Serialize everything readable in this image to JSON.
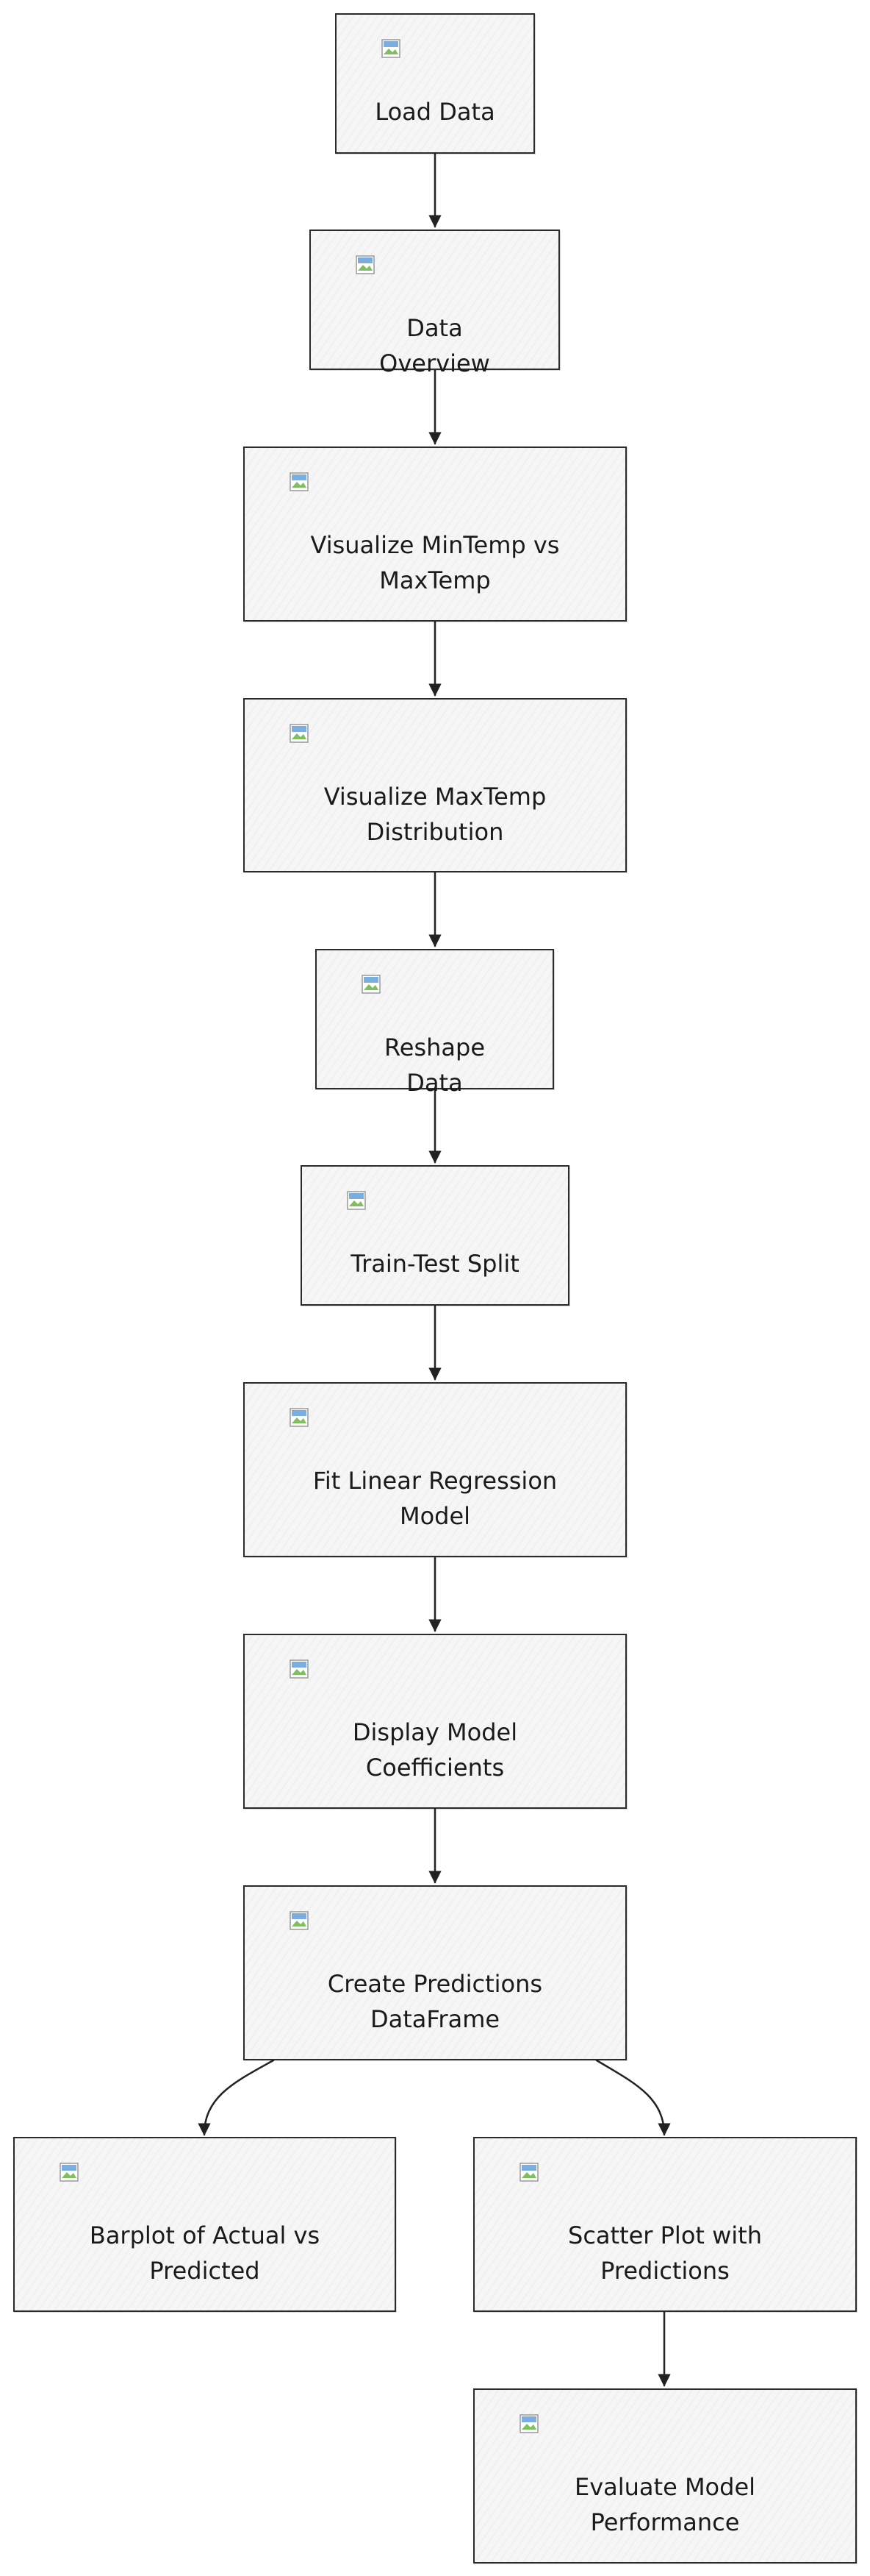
{
  "diagram": {
    "nodes": {
      "load_data": {
        "label": "Load Data"
      },
      "data_overview": {
        "label": "Data Overview"
      },
      "visualize_min_max": {
        "label": "Visualize MinTemp vs\nMaxTemp"
      },
      "visualize_maxtemp_dist": {
        "label": "Visualize MaxTemp\nDistribution"
      },
      "reshape_data": {
        "label": "Reshape Data"
      },
      "train_test_split": {
        "label": "Train-Test Split"
      },
      "fit_model": {
        "label": "Fit Linear Regression\nModel"
      },
      "display_coefficients": {
        "label": "Display Model\nCoefficients"
      },
      "create_predictions_df": {
        "label": "Create Predictions\nDataFrame"
      },
      "barplot_actual_vs_predicted": {
        "label": "Barplot of Actual vs\nPredicted"
      },
      "scatter_plot_predictions": {
        "label": "Scatter Plot with\nPredictions"
      },
      "evaluate_performance": {
        "label": "Evaluate Model\nPerformance"
      }
    },
    "edges": [
      {
        "from": "load_data",
        "to": "data_overview"
      },
      {
        "from": "data_overview",
        "to": "visualize_min_max"
      },
      {
        "from": "visualize_min_max",
        "to": "visualize_maxtemp_dist"
      },
      {
        "from": "visualize_maxtemp_dist",
        "to": "reshape_data"
      },
      {
        "from": "reshape_data",
        "to": "train_test_split"
      },
      {
        "from": "train_test_split",
        "to": "fit_model"
      },
      {
        "from": "fit_model",
        "to": "display_coefficients"
      },
      {
        "from": "display_coefficients",
        "to": "create_predictions_df"
      },
      {
        "from": "create_predictions_df",
        "to": "barplot_actual_vs_predicted"
      },
      {
        "from": "create_predictions_df",
        "to": "scatter_plot_predictions"
      },
      {
        "from": "scatter_plot_predictions",
        "to": "evaluate_performance"
      }
    ]
  }
}
